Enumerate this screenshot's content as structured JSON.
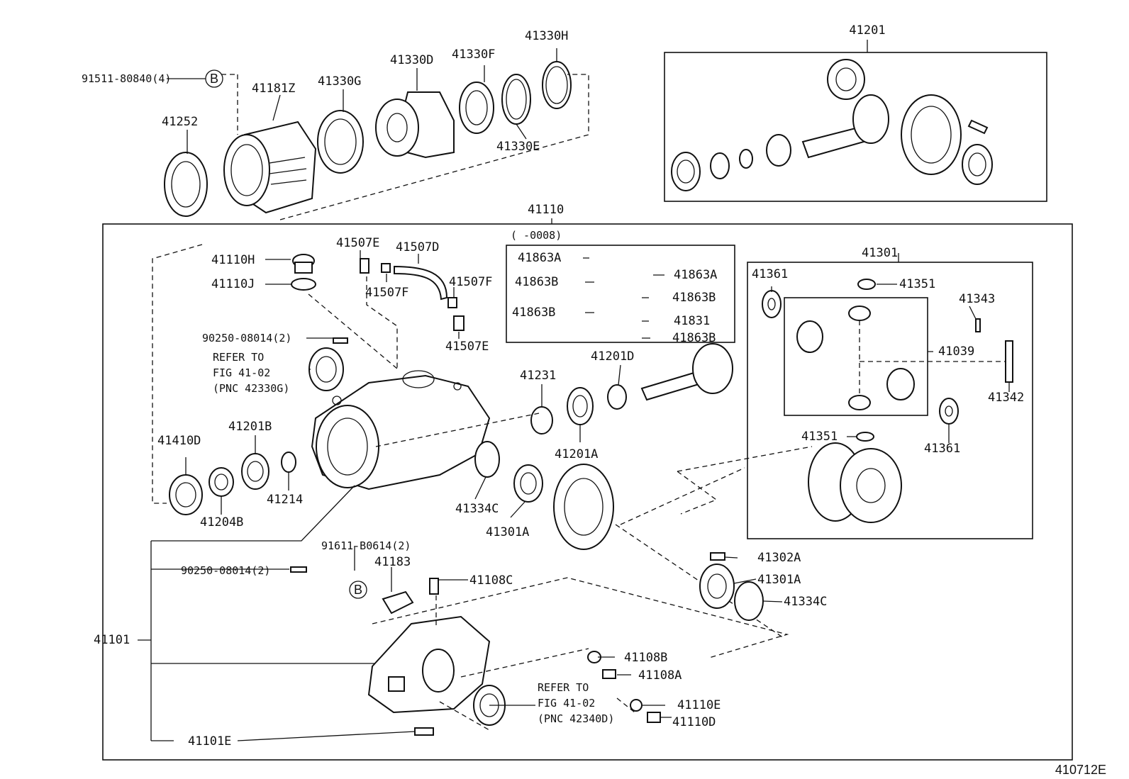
{
  "figure_id": "410712E",
  "labels": {
    "p41201_top": "41201",
    "p91511": "91511-80840(4)",
    "bolt_ref_b1": "B",
    "p41181z": "41181Z",
    "p41330g": "41330G",
    "p41330d": "41330D",
    "p41330f": "41330F",
    "p41330h": "41330H",
    "p41330e": "41330E",
    "p41252": "41252",
    "p41110": "41110",
    "p_range": "(      -0008)",
    "p41110h": "41110H",
    "p41110j": "41110J",
    "p41507e_a": "41507E",
    "p41507d": "41507D",
    "p41507f_a": "41507F",
    "p41507f_b": "41507F",
    "p41507e_b": "41507E",
    "p41863a_a": "41863A",
    "p41863a_b": "41863A",
    "p41863b_a": "41863B",
    "p41863b_b": "41863B",
    "p41863b_c": "41863B",
    "p41863b_d": "41863B",
    "p41831": "41831",
    "p41301_top": "41301",
    "p41361_a": "41361",
    "p41351_a": "41351",
    "p41343": "41343",
    "p41039": "41039",
    "p41342": "41342",
    "p41361_b": "41361",
    "p41351_b": "41351",
    "p90250_a": "90250-08014(2)",
    "refer1_l1": "REFER TO",
    "refer1_l2": "FIG 41-02",
    "refer1_l3": "(PNC 42330G)",
    "p41201d": "41201D",
    "p41231": "41231",
    "p41201b": "41201B",
    "p41410d": "41410D",
    "p41214": "41214",
    "p41204b": "41204B",
    "p41201a": "41201A",
    "p41334c_a": "41334C",
    "p41301a_a": "41301A",
    "p91611": "91611-B0614(2)",
    "p41183": "41183",
    "p90250_b": "90250-08014(2)",
    "bolt_ref_b2": "B",
    "p41108c": "41108C",
    "p41302a": "41302A",
    "p41301a_b": "41301A",
    "p41334c_b": "41334C",
    "p41101": "41101",
    "p41108b": "41108B",
    "p41108a": "41108A",
    "refer2_l1": "REFER TO",
    "refer2_l2": "FIG 41-02",
    "refer2_l3": "(PNC 42340D)",
    "p41110e": "41110E",
    "p41110d": "41110D",
    "p41101e": "41101E"
  }
}
